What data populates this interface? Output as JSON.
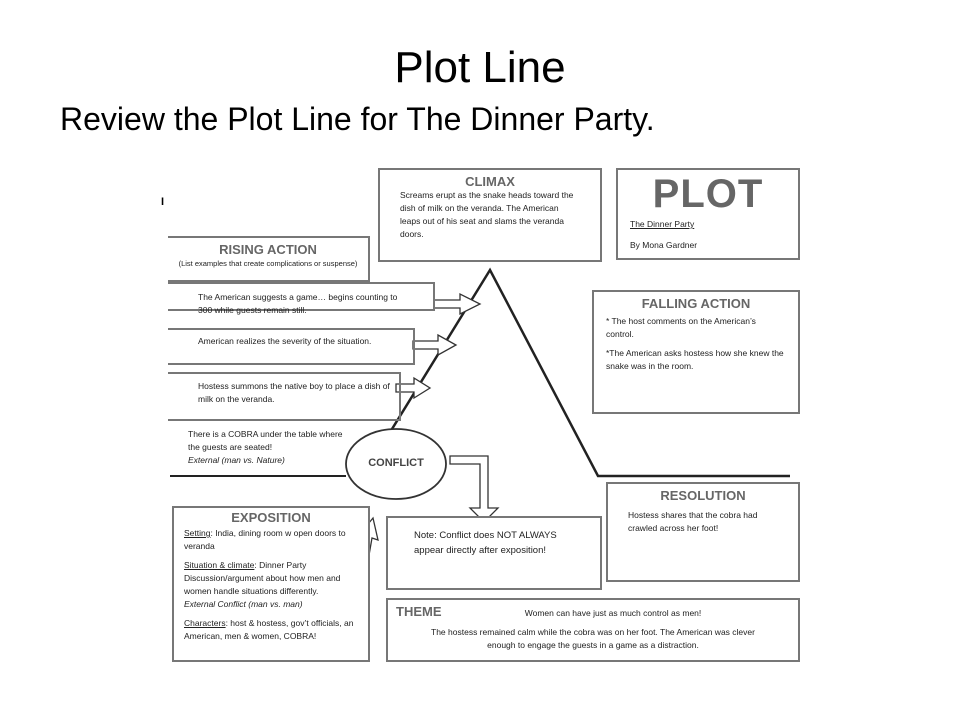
{
  "slide": {
    "title": "Plot Line",
    "subtitle": "Review the Plot Line for The Dinner Party."
  },
  "diagram": {
    "stray_mark": "I",
    "plot_box": {
      "heading": "PLOT",
      "story": "The Dinner Party",
      "author": "By Mona Gardner"
    },
    "climax": {
      "heading": "CLIMAX",
      "text": "Screams erupt as the snake heads toward the dish of milk on the veranda. The American leaps out of his seat and slams the veranda doors."
    },
    "rising_action": {
      "heading": "RISING ACTION",
      "subheading": "(List examples that create complications or suspense)",
      "items": [
        "The American suggests a game… begins counting to 300 while guests remain still.",
        "American realizes the severity of the situation.",
        "Hostess summons the native boy to place a dish of milk on the veranda."
      ]
    },
    "conflict_note": {
      "line1": "There is a COBRA under the table where the guests are seated!",
      "line2": "External (man vs. Nature)"
    },
    "conflict_label": "CONFLICT",
    "falling_action": {
      "heading": "FALLING ACTION",
      "items": [
        "* The host comments on the American’s control.",
        "*The American asks hostess how she knew the snake was in the room."
      ]
    },
    "resolution": {
      "heading": "RESOLUTION",
      "text": "Hostess shares that the cobra had crawled across her foot!"
    },
    "exposition": {
      "heading": "EXPOSITION",
      "setting_label": "Setting",
      "setting_text": ": India, dining room w open doors to veranda",
      "situation_label": "Situation & climate",
      "situation_text": ": Dinner Party Discussion/argument about how men and women handle situations differently.",
      "situation_external": "External Conflict (man vs. man)",
      "characters_label": "Characters",
      "characters_text": ": host & hostess, gov’t officials, an American, men & women, COBRA!"
    },
    "note": "Note: Conflict does NOT ALWAYS appear directly after exposition!",
    "theme": {
      "heading": "THEME",
      "line1": "Women can have just as much control as men!",
      "line2": "The hostess remained calm while the cobra was on her foot. The American was clever enough to engage the guests in a game as a distraction."
    }
  }
}
